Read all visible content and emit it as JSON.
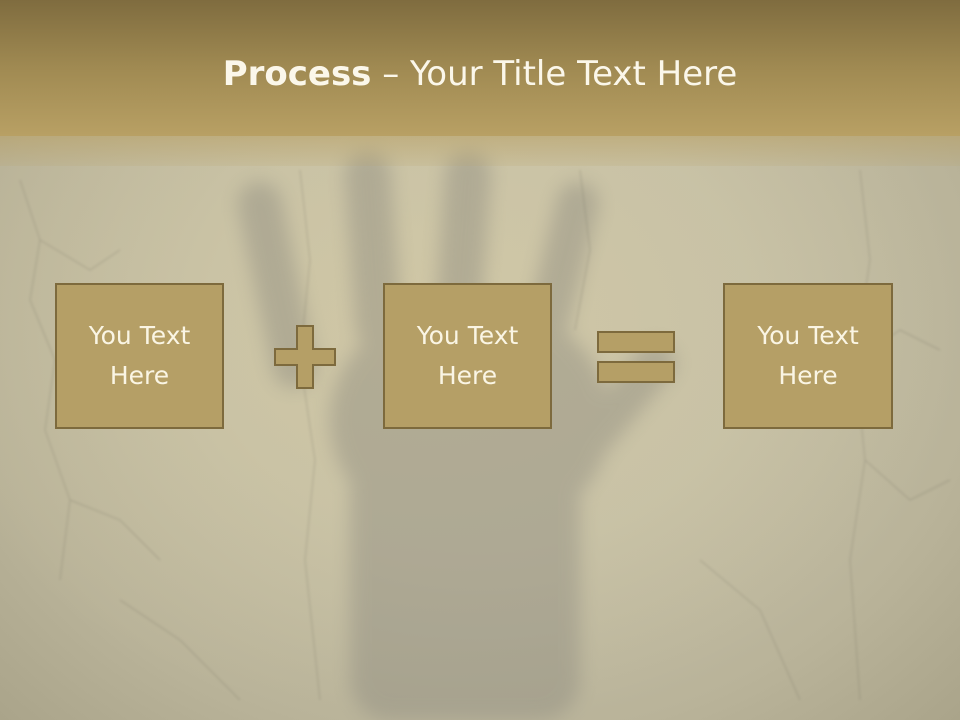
{
  "title": {
    "bold": "Process",
    "rest": " – Your Title Text Here"
  },
  "steps": [
    {
      "line1": "You Text",
      "line2": "Here"
    },
    {
      "line1": "You Text",
      "line2": "Here"
    },
    {
      "line1": "You Text",
      "line2": "Here"
    }
  ],
  "operators": [
    "plus-icon",
    "equals-icon"
  ],
  "colors": {
    "header": "#a08a52",
    "box_fill": "#b59f66",
    "box_border": "#7d6a3d",
    "text_light": "#faf5e4",
    "background": "#c4bfa7"
  }
}
